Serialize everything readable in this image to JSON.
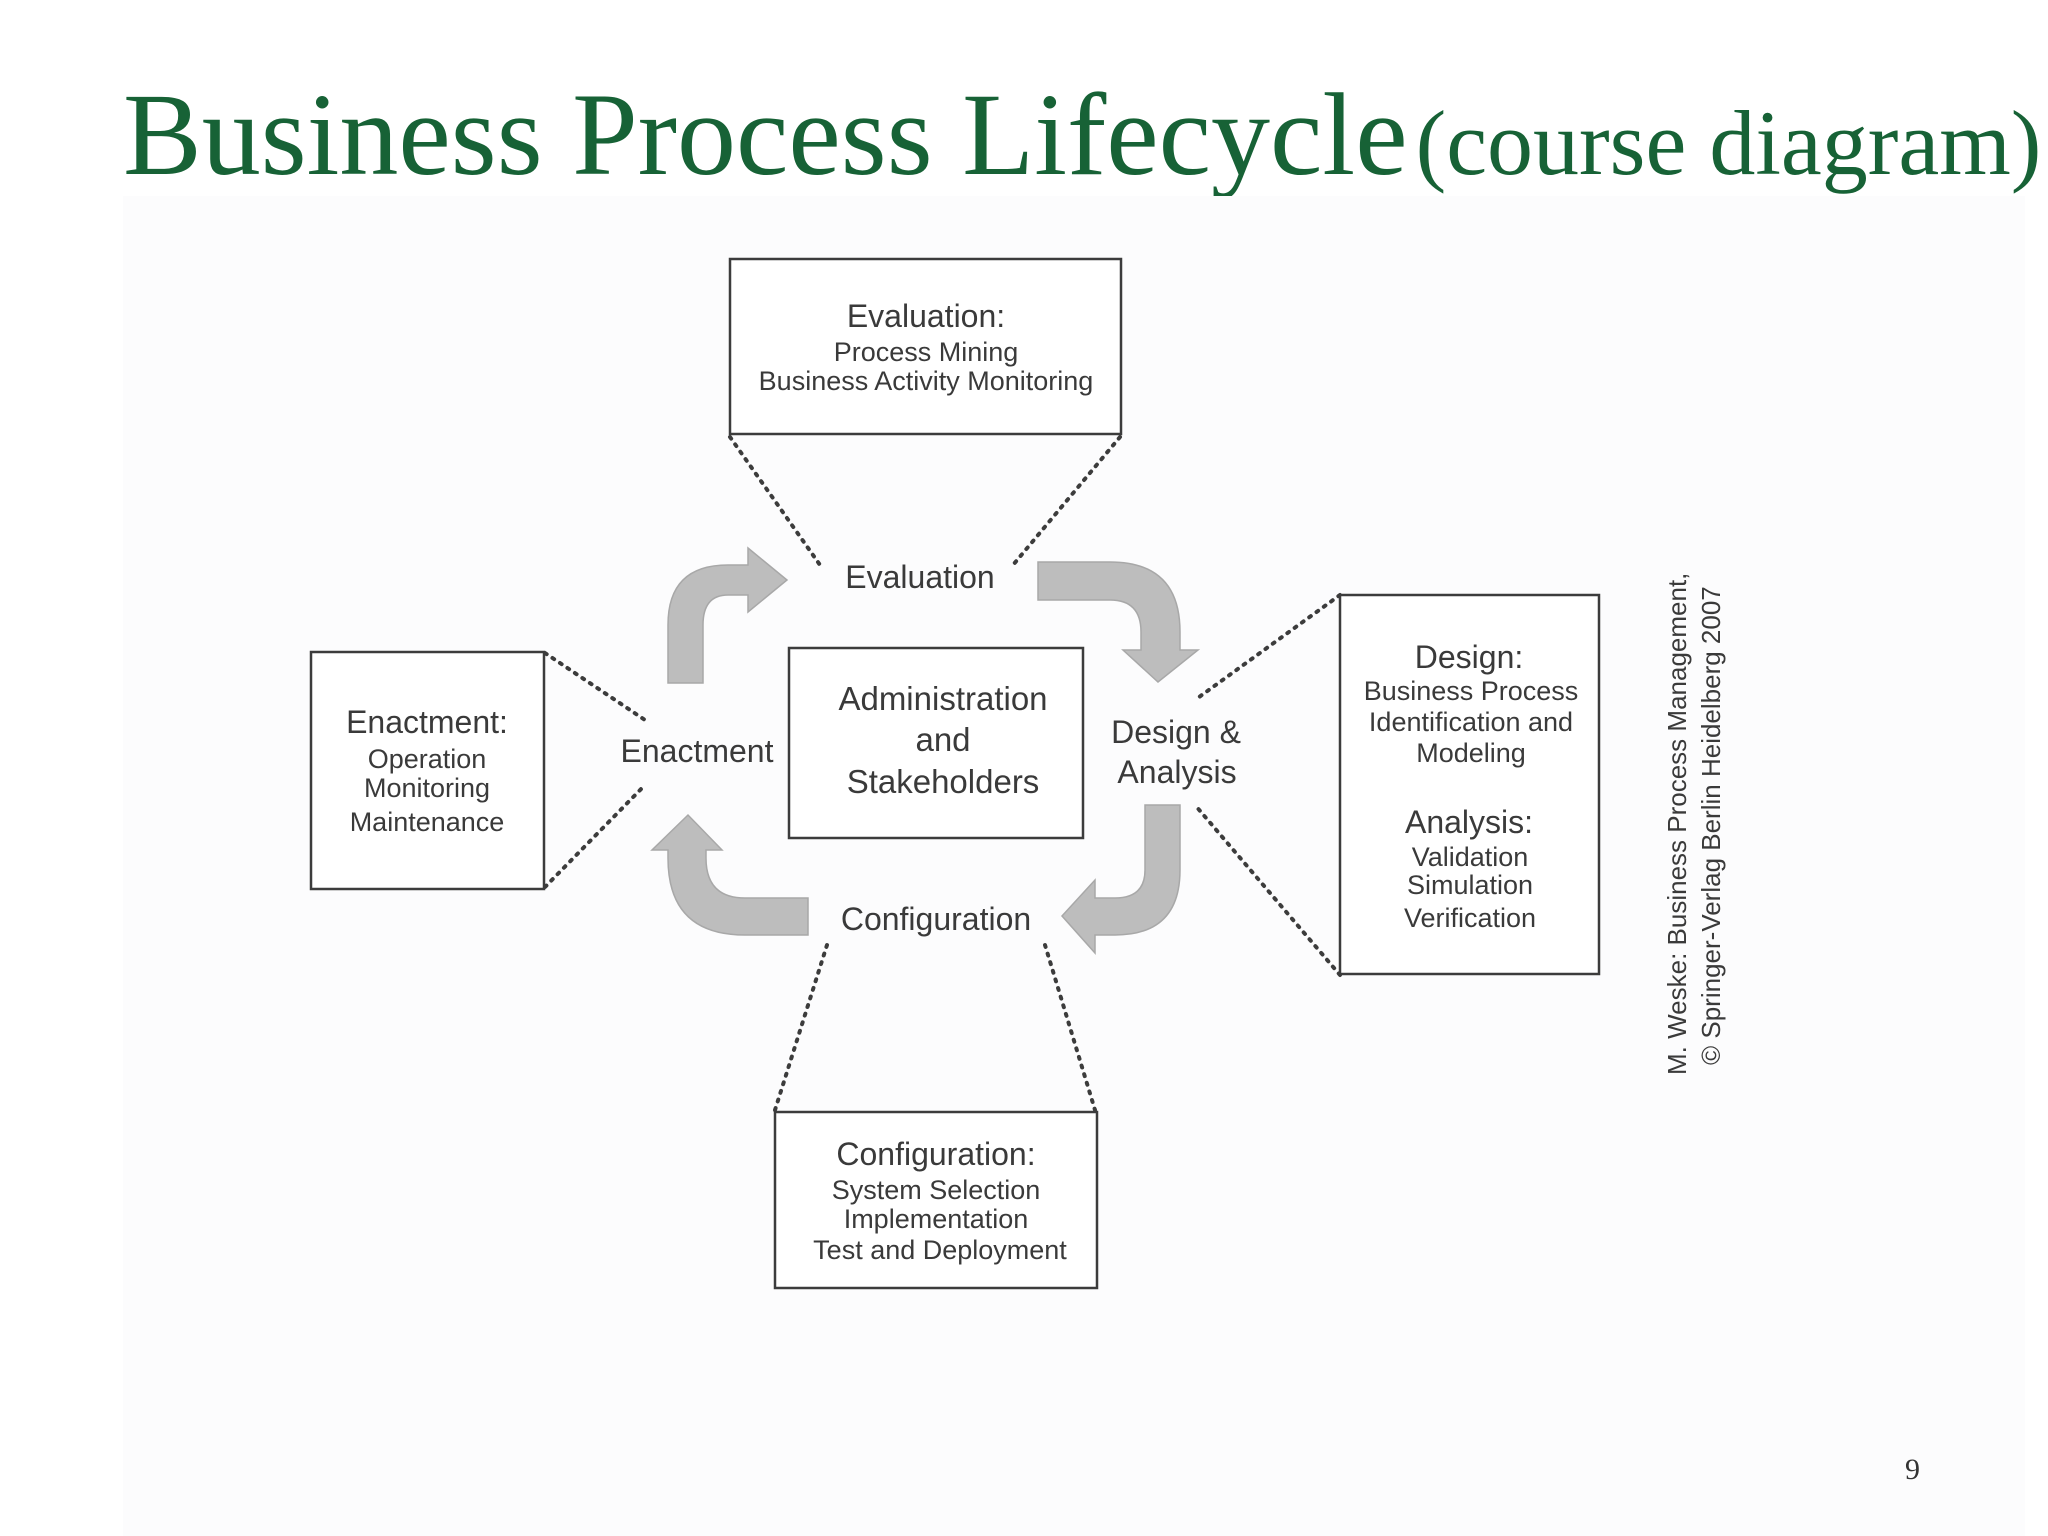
{
  "title": {
    "main": "Business Process Lifecycle",
    "sub": "(course diagram)"
  },
  "diagram": {
    "center": [
      "Administration",
      "and",
      "Stakeholders"
    ],
    "cycle": {
      "evaluation": "Evaluation",
      "design_analysis": [
        "Design &",
        "Analysis"
      ],
      "configuration": "Configuration",
      "enactment": "Enactment"
    },
    "boxes": {
      "evaluation": {
        "title": "Evaluation:",
        "lines": [
          "Process Mining",
          "Business Activity Monitoring"
        ]
      },
      "design": {
        "title": "Design:",
        "lines": [
          "Business Process",
          "Identification and",
          "Modeling"
        ],
        "title2": "Analysis:",
        "lines2": [
          "Validation",
          "Simulation",
          "Verification"
        ]
      },
      "configuration": {
        "title": "Configuration:",
        "lines": [
          "System Selection",
          "Implementation",
          "Test and Deployment"
        ]
      },
      "enactment": {
        "title": "Enactment:",
        "lines": [
          "Operation",
          "Monitoring",
          "Maintenance"
        ]
      }
    },
    "credit": [
      "M. Weske: Business Process Management,",
      "© Springer-Verlag Berlin Heidelberg 2007"
    ],
    "colors": {
      "arrow_fill": "#bdbdbd",
      "box_stroke": "#3c3c3c",
      "text": "#3a3a3a"
    }
  },
  "page_number": "9",
  "colors": {
    "title": "#176236"
  }
}
